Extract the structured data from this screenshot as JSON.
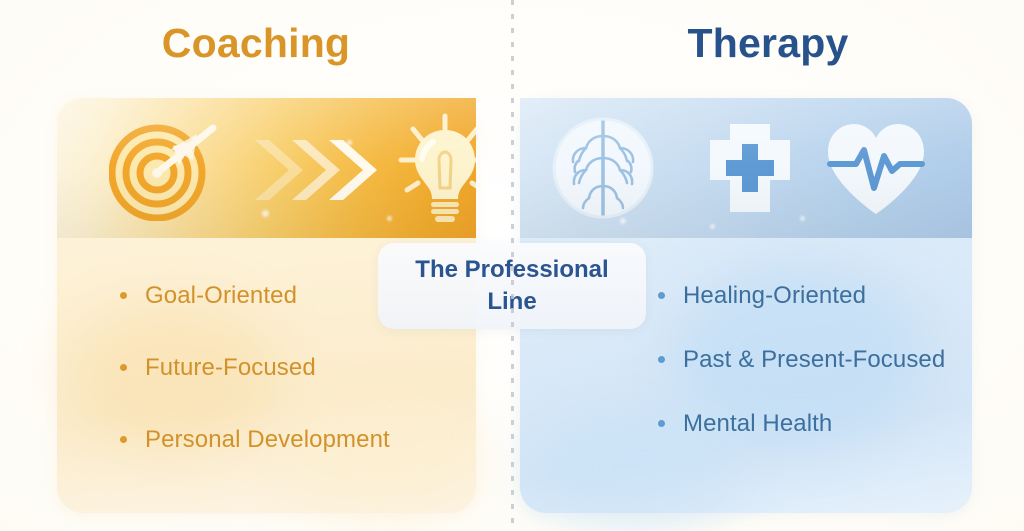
{
  "columns": {
    "left": {
      "title": "Coaching",
      "title_color": "#d99527",
      "accent_color": "#d2922b",
      "items": [
        "Goal-Oriented",
        "Future-Focused",
        "Personal Development"
      ],
      "icons": [
        "target-arrow-icon",
        "chevrons-forward-icon",
        "lightbulb-icon"
      ]
    },
    "right": {
      "title": "Therapy",
      "title_color": "#28528c",
      "accent_color": "#3d6f9e",
      "items": [
        "Healing-Oriented",
        "Past & Present-Focused",
        "Mental Health"
      ],
      "icons": [
        "brain-icon",
        "medical-cross-icon",
        "heart-pulse-icon"
      ]
    }
  },
  "center_label": {
    "text": "The Professional Line",
    "color": "#2b5590"
  },
  "divider": {
    "style": "dotted-vertical",
    "color": "#c3c8cf"
  }
}
